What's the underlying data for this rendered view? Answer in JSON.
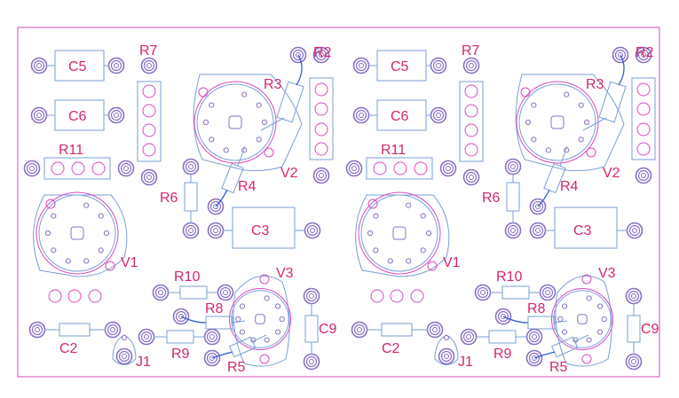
{
  "labels": {
    "C5": "C5",
    "C6": "C6",
    "R7": "R7",
    "R11": "R11",
    "R3": "R3",
    "R2": "R2",
    "V2": "V2",
    "R4": "R4",
    "R6": "R6",
    "C3": "C3",
    "V1": "V1",
    "R10": "R10",
    "V3": "V3",
    "R8": "R8",
    "C9": "C9",
    "C2": "C2",
    "R9": "R9",
    "J1": "J1",
    "R5": "R5"
  },
  "colors": {
    "label": "#d6266e",
    "outline": "#7a9fd6",
    "pad": "#8a70c4",
    "silk": "#d64bc0",
    "trace": "#2f5fd6"
  }
}
